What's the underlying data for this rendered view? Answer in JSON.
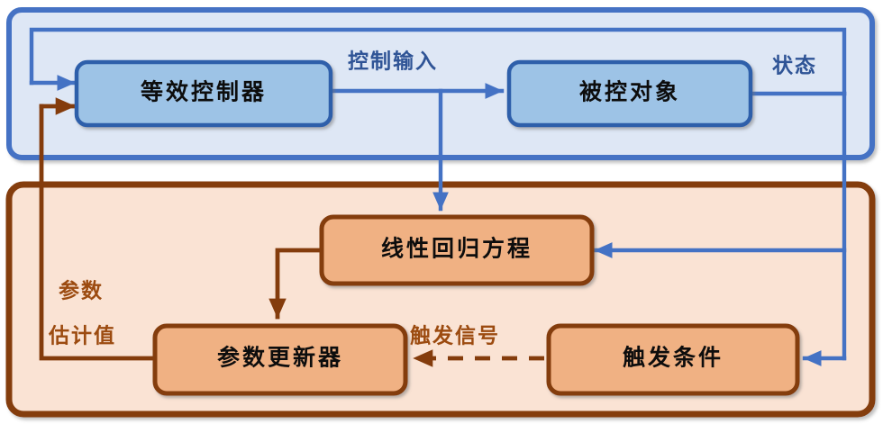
{
  "diagram": {
    "type": "block-diagram",
    "colors": {
      "blue_group_fill": "#DEE7F5",
      "blue_group_stroke": "#4472C4",
      "blue_block_fill": "#9DC3E6",
      "blue_block_stroke": "#2E5FAA",
      "orange_group_fill": "#FAE3D4",
      "orange_group_stroke": "#843C0C",
      "orange_block_fill": "#F0B183",
      "orange_block_stroke": "#843C0C",
      "blue_arrow": "#4472C4",
      "brown_arrow": "#843C0C",
      "blue_label_text": "#2F5496",
      "brown_label_text": "#9C4B10",
      "block_text": "#0D0D0D",
      "page_background": "#FFFFFF"
    },
    "groups": [
      {
        "id": "control-loop-group",
        "name": "control-loop-group"
      },
      {
        "id": "adaptive-estimation-group",
        "name": "adaptive-estimation-group"
      }
    ],
    "blocks": [
      {
        "id": "equivalent-controller",
        "label": "等效控制器",
        "group": "control-loop-group"
      },
      {
        "id": "controlled-plant",
        "label": "被控对象",
        "group": "control-loop-group"
      },
      {
        "id": "linear-regression-equation",
        "label": "线性回归方程",
        "group": "adaptive-estimation-group"
      },
      {
        "id": "parameter-updater",
        "label": "参数更新器",
        "group": "adaptive-estimation-group"
      },
      {
        "id": "trigger-condition",
        "label": "触发条件",
        "group": "adaptive-estimation-group"
      }
    ],
    "edge_labels": {
      "control_input": "控制输入",
      "state": "状态",
      "trigger_signal": "触发信号",
      "parameter_estimate_line1": "参数",
      "parameter_estimate_line2": "估计值"
    },
    "connections": [
      {
        "from": "equivalent-controller",
        "to": "controlled-plant",
        "label": "控制输入",
        "style": "solid",
        "color": "#4472C4"
      },
      {
        "from": "equivalent-controller",
        "to": "linear-regression-equation",
        "label": "控制输入",
        "style": "solid",
        "color": "#4472C4"
      },
      {
        "from": "controlled-plant",
        "to": "equivalent-controller",
        "label": "状态",
        "style": "solid",
        "color": "#4472C4"
      },
      {
        "from": "controlled-plant",
        "to": "linear-regression-equation",
        "label": "状态",
        "style": "solid",
        "color": "#4472C4"
      },
      {
        "from": "controlled-plant",
        "to": "trigger-condition",
        "label": "状态",
        "style": "solid",
        "color": "#4472C4"
      },
      {
        "from": "linear-regression-equation",
        "to": "parameter-updater",
        "label": "",
        "style": "solid",
        "color": "#843C0C"
      },
      {
        "from": "trigger-condition",
        "to": "parameter-updater",
        "label": "触发信号",
        "style": "dashed",
        "color": "#843C0C"
      },
      {
        "from": "parameter-updater",
        "to": "equivalent-controller",
        "label": "参数估计值",
        "style": "solid",
        "color": "#843C0C"
      }
    ]
  }
}
